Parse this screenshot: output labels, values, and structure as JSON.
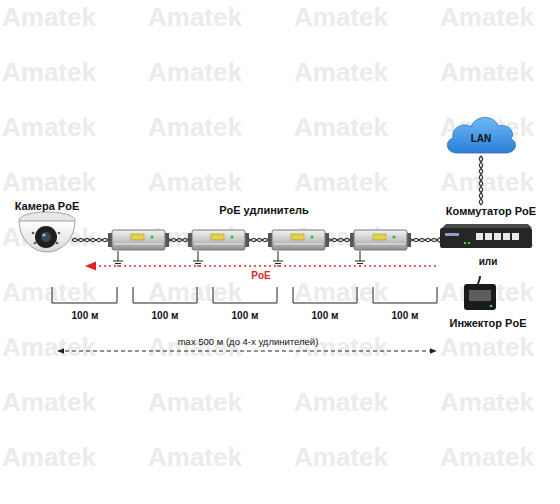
{
  "diagram": {
    "nodes": [
      {
        "text": [
          "LAN"
        ]
      },
      {
        "text": [
          "Камера PoE"
        ]
      },
      {
        "text": [
          "Коммутатор PoE"
        ]
      },
      {
        "text": [
          "Инжектор PoE"
        ]
      }
    ],
    "edges": [
      {
        "from": 0,
        "to": 2,
        "arrow": "none"
      },
      {
        "from": 2,
        "to": 1,
        "arrow": "to",
        "label": "PoE"
      }
    ],
    "labels": [
      "PoE удлинитель",
      "или",
      "100 м",
      "100 м",
      "100 м",
      "100 м",
      "100 м",
      "max 500 м (до 4-х удлинителей)",
      "Amatek",
      "Amatek",
      "Amatek",
      "Amatek",
      "Amatek",
      "Amatek",
      "Amatek",
      "Amatek",
      "Amatek",
      "Amatek",
      "Amatek",
      "Amatek",
      "Amatek",
      "Amatek",
      "Amatek",
      "Amatek",
      "Amatek",
      "Amatek",
      "Amatek",
      "Amatek",
      "Amatek",
      "Amatek",
      "Amatek",
      "Amatek",
      "Amatek",
      "Amatek",
      "Amatek",
      "Amatek",
      "Amatek",
      "Amatek",
      "Amatek",
      "Amatek",
      "Amatek",
      "Amatek",
      "Amatek",
      "Amatek"
    ]
  }
}
